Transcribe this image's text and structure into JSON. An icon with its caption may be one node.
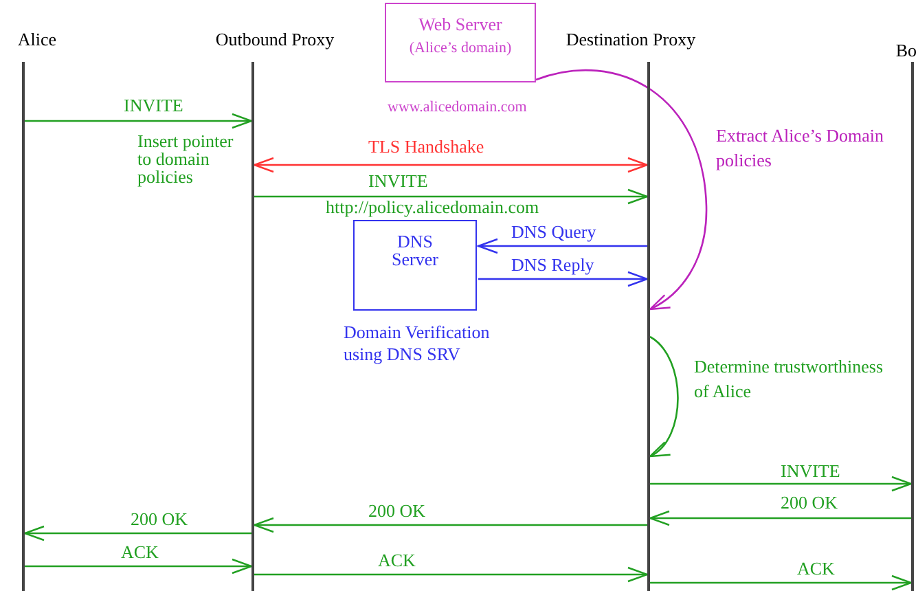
{
  "diagram": {
    "nodes": [
      {
        "text": [
          "Alice"
        ]
      },
      {
        "text": [
          "Outbound Proxy"
        ]
      },
      {
        "text": [
          "Web Server",
          "(Alice’s domain)"
        ],
        "beside": [
          "www.alicedomain.com"
        ]
      },
      {
        "text": [
          "Destination Proxy"
        ]
      },
      {
        "text": [
          "Bo"
        ]
      },
      {
        "text": [
          "DNS Server"
        ],
        "beside": [
          "Domain Verification using DNS SRV"
        ]
      }
    ],
    "edges": [
      {
        "from": 0,
        "to": 1,
        "arrow": "to",
        "label": "INVITE"
      },
      {
        "from": 3,
        "to": 1,
        "arrow": "both",
        "label": "TLS Handshake",
        "color": "#ff3333"
      },
      {
        "from": 1,
        "to": 3,
        "arrow": "to",
        "label": "INVITE"
      },
      {
        "from": 3,
        "to": 5,
        "arrow": "to",
        "label": "DNS Query",
        "color": "#3333ee"
      },
      {
        "from": 5,
        "to": 3,
        "arrow": "to",
        "label": "DNS Reply",
        "color": "#3333ee"
      },
      {
        "from": 2,
        "to": 3,
        "arrow": "to",
        "label": "Extract Alice’s Domain policies",
        "color": "#bb22bb"
      },
      {
        "from": 3,
        "to": 3,
        "arrow": "to",
        "label": "Determine trustworthiness of Alice"
      },
      {
        "from": 3,
        "to": 4,
        "arrow": "to",
        "label": "INVITE"
      },
      {
        "from": 4,
        "to": 3,
        "arrow": "to",
        "label": "200 OK"
      },
      {
        "from": 3,
        "to": 1,
        "arrow": "to",
        "label": "200 OK"
      },
      {
        "from": 1,
        "to": 0,
        "arrow": "to",
        "label": "200 OK"
      },
      {
        "from": 0,
        "to": 1,
        "arrow": "to",
        "label": "ACK"
      },
      {
        "from": 1,
        "to": 3,
        "arrow": "to",
        "label": "ACK"
      },
      {
        "from": 3,
        "to": 4,
        "arrow": "to",
        "label": "ACK"
      }
    ],
    "labels": [
      "Insert pointer to domain policies",
      "http://policy.alicedomain.com"
    ]
  }
}
